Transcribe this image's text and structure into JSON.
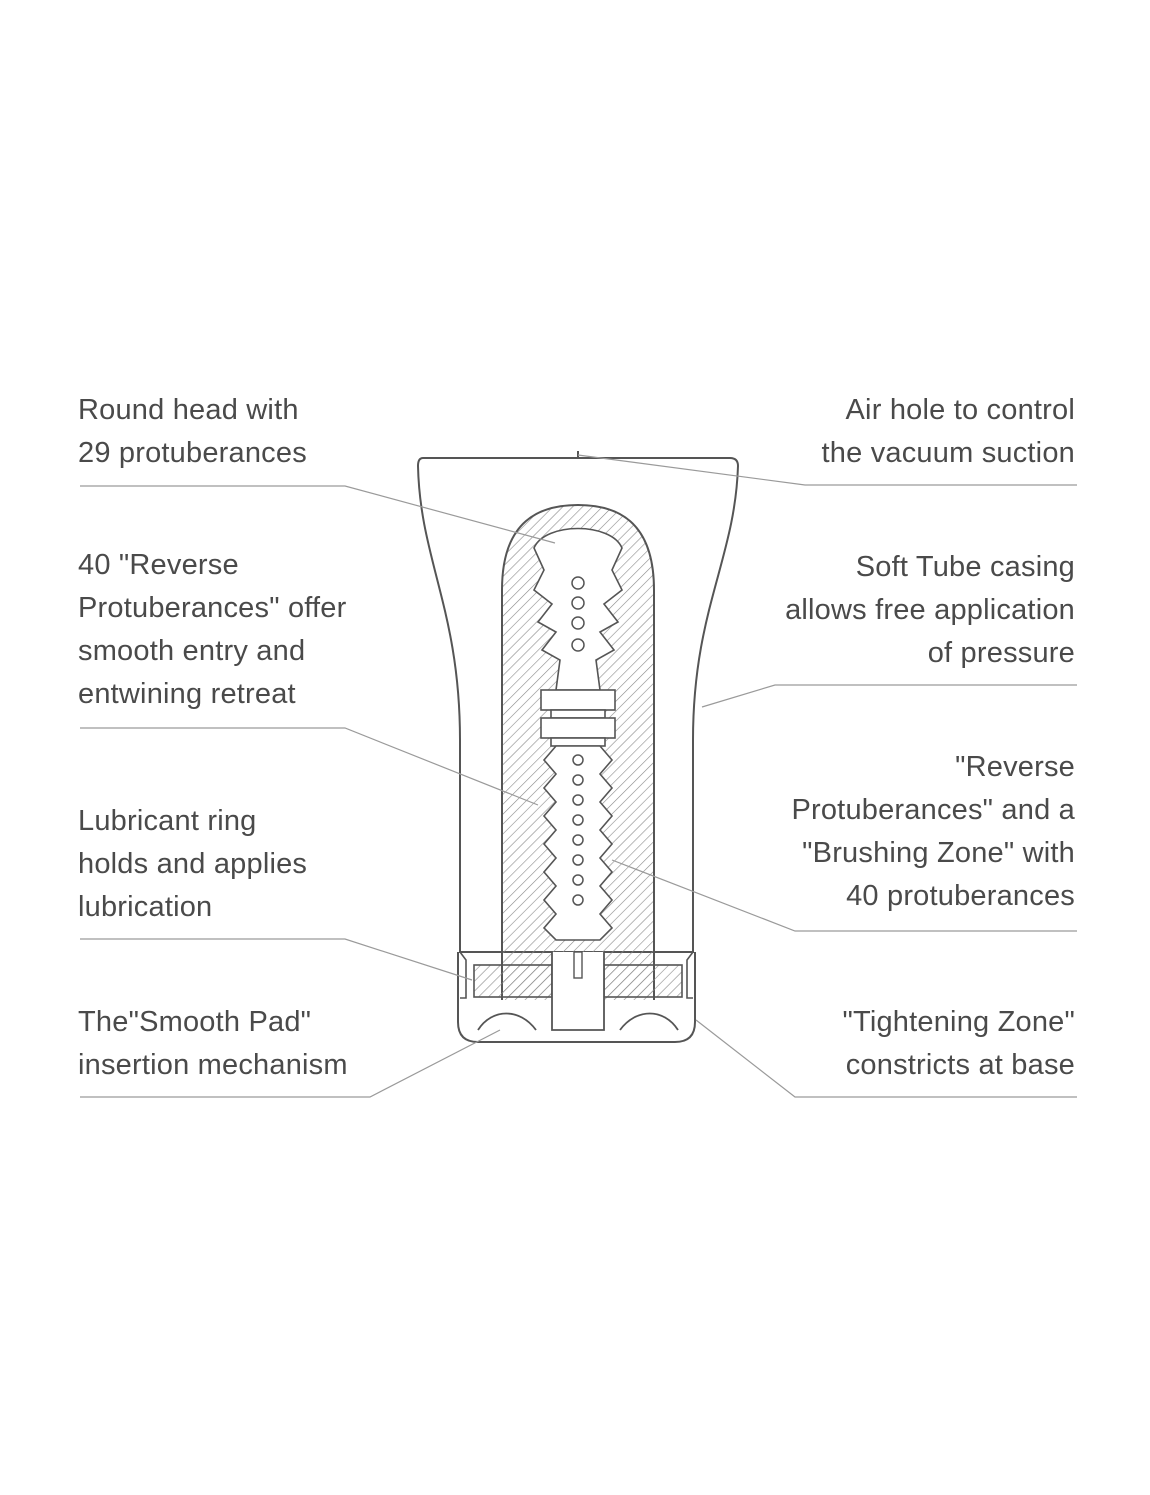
{
  "callouts": {
    "round_head": [
      "Round head with",
      "29 protuberances"
    ],
    "reverse_protuberances": [
      "40 \"Reverse",
      "Protuberances\" offer",
      "smooth entry and",
      "entwining retreat"
    ],
    "lubricant_ring": [
      "Lubricant ring",
      "holds and applies",
      "lubrication"
    ],
    "smooth_pad": [
      "The\"Smooth Pad\"",
      "insertion mechanism"
    ],
    "air_hole": [
      "Air hole to control",
      "the vacuum suction"
    ],
    "soft_tube": [
      "Soft Tube casing",
      "allows free application",
      "of pressure"
    ],
    "brushing_zone": [
      "\"Reverse",
      "Protuberances\" and a",
      "\"Brushing Zone\" with",
      "40 protuberances"
    ],
    "tightening_zone": [
      "\"Tightening Zone\"",
      "constricts at base"
    ]
  },
  "colors": {
    "text": "#4a4a4a",
    "outline": "#555555",
    "leader": "#9a9a9a",
    "hatch": "#8a8a8a"
  }
}
